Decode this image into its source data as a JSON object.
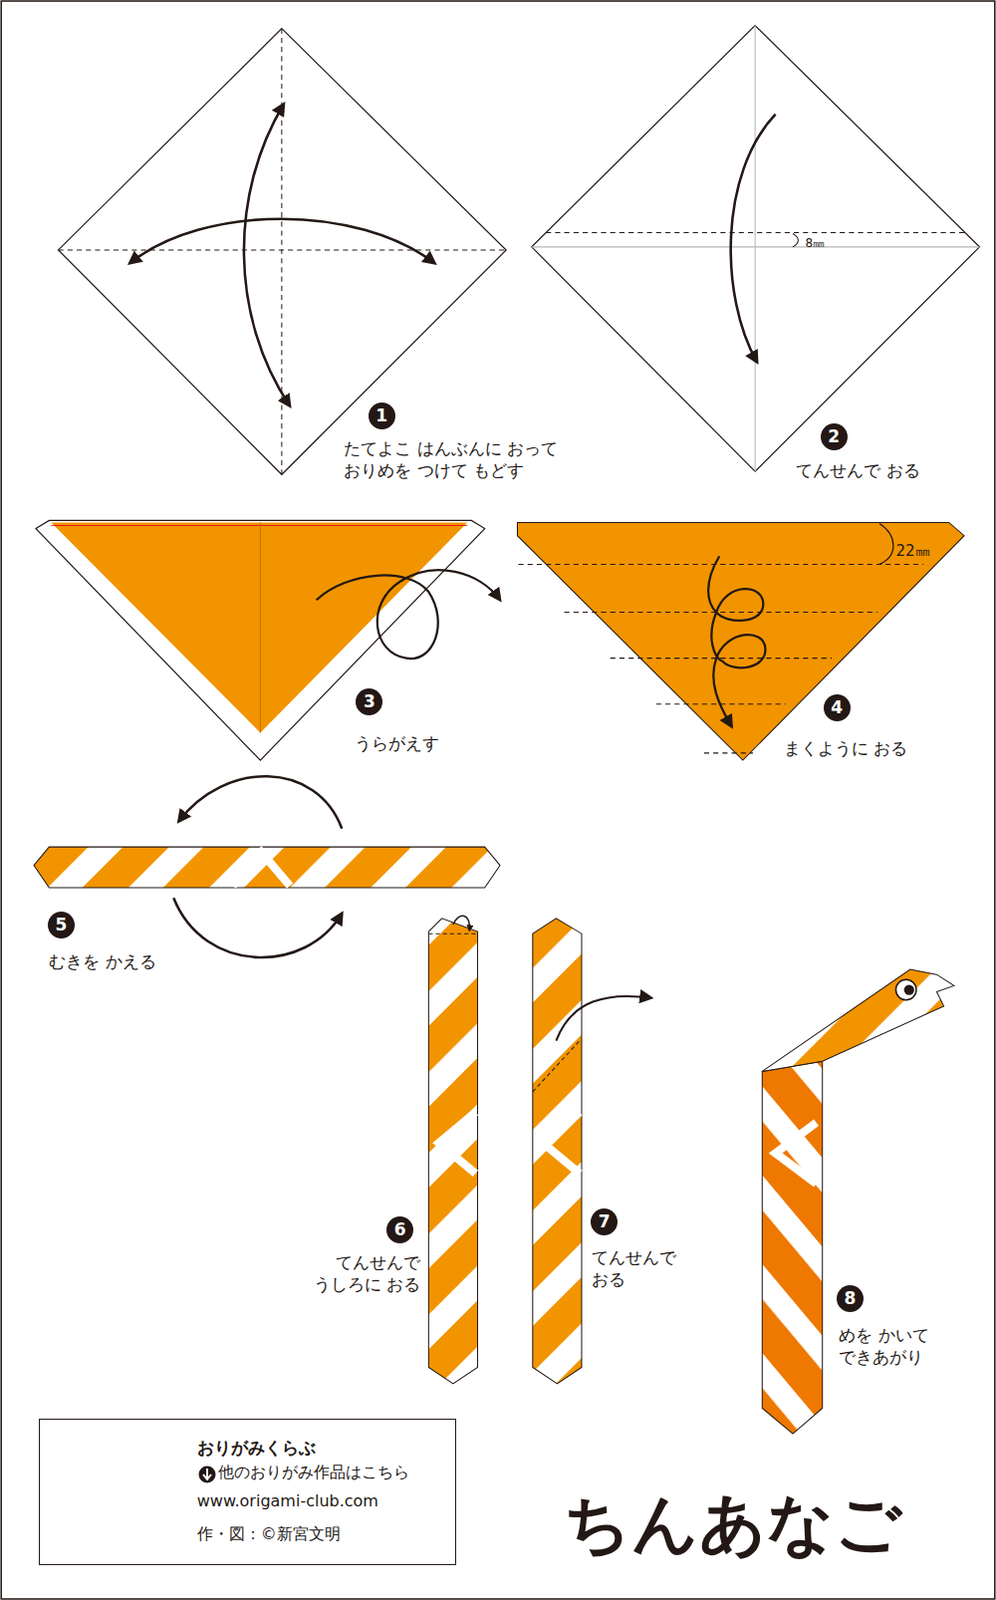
{
  "diagram": {
    "title": "ちんあなご",
    "nodes": [
      {
        "text": [
          "おりがみくらぶ",
          "他のおりがみ作品はこちら",
          "www.origami-club.com",
          "作・図：©新宮文明"
        ]
      }
    ],
    "labels": [
      "1",
      "たてよこ はんぶんに おって おりめを つけて もどす",
      "2",
      "8㎜",
      "てんせんで おる",
      "3",
      "うらがえす",
      "22㎜",
      "4",
      "まくように おる",
      "5",
      "むきを かえる",
      "6",
      "てんせんで うしろに おる",
      "7",
      "てんせんで おる",
      "8",
      "めを かいて できあがり"
    ]
  }
}
